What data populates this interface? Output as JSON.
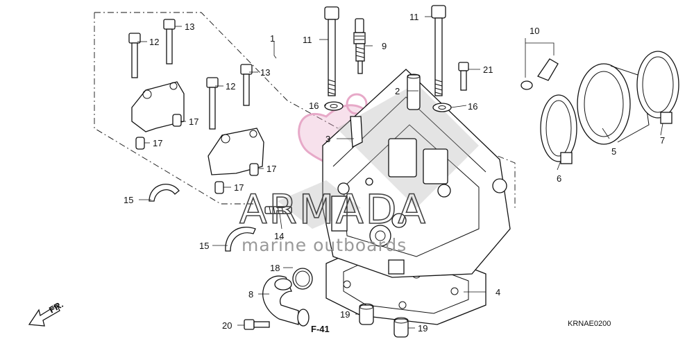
{
  "diagram": {
    "callouts": [
      {
        "id": "c1",
        "text": "1"
      },
      {
        "id": "c2",
        "text": "2"
      },
      {
        "id": "c3",
        "text": "3"
      },
      {
        "id": "c4",
        "text": "4"
      },
      {
        "id": "c5",
        "text": "5"
      },
      {
        "id": "c6",
        "text": "6"
      },
      {
        "id": "c7",
        "text": "7"
      },
      {
        "id": "c8",
        "text": "8"
      },
      {
        "id": "c9",
        "text": "9"
      },
      {
        "id": "c10",
        "text": "10"
      },
      {
        "id": "c11a",
        "text": "11"
      },
      {
        "id": "c11b",
        "text": "11"
      },
      {
        "id": "c12a",
        "text": "12"
      },
      {
        "id": "c12b",
        "text": "12"
      },
      {
        "id": "c13a",
        "text": "13"
      },
      {
        "id": "c13b",
        "text": "13"
      },
      {
        "id": "c14",
        "text": "14"
      },
      {
        "id": "c15a",
        "text": "15"
      },
      {
        "id": "c15b",
        "text": "15"
      },
      {
        "id": "c16a",
        "text": "16"
      },
      {
        "id": "c16b",
        "text": "16"
      },
      {
        "id": "c17a",
        "text": "17"
      },
      {
        "id": "c17b",
        "text": "17"
      },
      {
        "id": "c17c",
        "text": "17"
      },
      {
        "id": "c17d",
        "text": "17"
      },
      {
        "id": "c18",
        "text": "18"
      },
      {
        "id": "c19a",
        "text": "19"
      },
      {
        "id": "c19b",
        "text": "19"
      },
      {
        "id": "c20",
        "text": "20"
      },
      {
        "id": "c21",
        "text": "21"
      }
    ],
    "reference_label": "F-41",
    "front_arrow_label": "FR.",
    "diagram_code": "KRNAE0200"
  },
  "watermark": {
    "brand": "ARMADA",
    "tagline": "marine outboards",
    "logo_color": "#e7a9c8"
  }
}
